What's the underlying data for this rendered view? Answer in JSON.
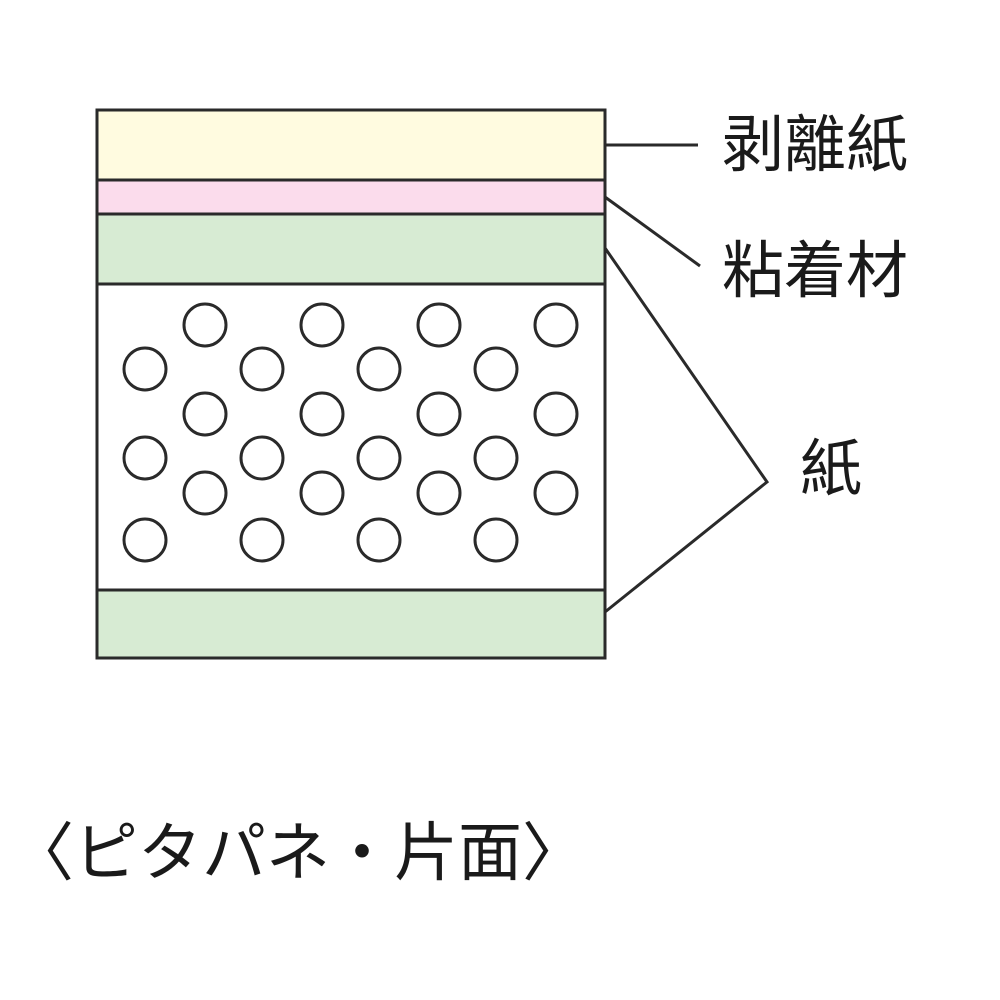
{
  "labels": {
    "release_paper": "剥離紙",
    "adhesive": "粘着材",
    "paper": "紙"
  },
  "caption": "〈ピタパネ・片面〉",
  "colors": {
    "release_paper": "#fffbe0",
    "adhesive": "#fbdcec",
    "paper_band": "#d7ebd3",
    "outline": "#2a2a2a"
  }
}
